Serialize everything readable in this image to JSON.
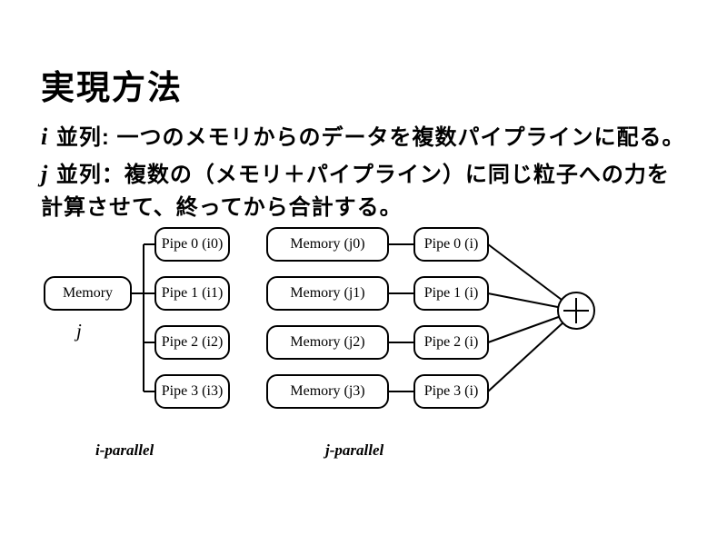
{
  "slide": {
    "title": "実現方法",
    "body_lines": [
      {
        "lead": "i",
        "text": " 並列: 一つのメモリからのデータを複数パイプラインに配る。"
      },
      {
        "lead": "j",
        "text": " 並列：複数の（メモリ＋パイプライン）に同じ粒子への力を"
      },
      {
        "lead": "",
        "text": "計算させて、終ってから合計する。"
      }
    ]
  },
  "diagram": {
    "source_memory_label": "Memory",
    "source_memory_sublabel": "j",
    "i_pipes": [
      "Pipe 0 (i0)",
      "Pipe 1 (i1)",
      "Pipe 2 (i2)",
      "Pipe 3 (i3)"
    ],
    "j_memories": [
      "Memory (j0)",
      "Memory (j1)",
      "Memory (j2)",
      "Memory (j3)"
    ],
    "j_pipes": [
      "Pipe 0 (i)",
      "Pipe 1 (i)",
      "Pipe 2 (i)",
      "Pipe 3 (i)"
    ],
    "sum_icon": "plus-circle",
    "captions": {
      "i": "i-parallel",
      "j": "j-parallel"
    }
  },
  "colors": {
    "background": "#ffffff",
    "foreground": "#000000"
  }
}
